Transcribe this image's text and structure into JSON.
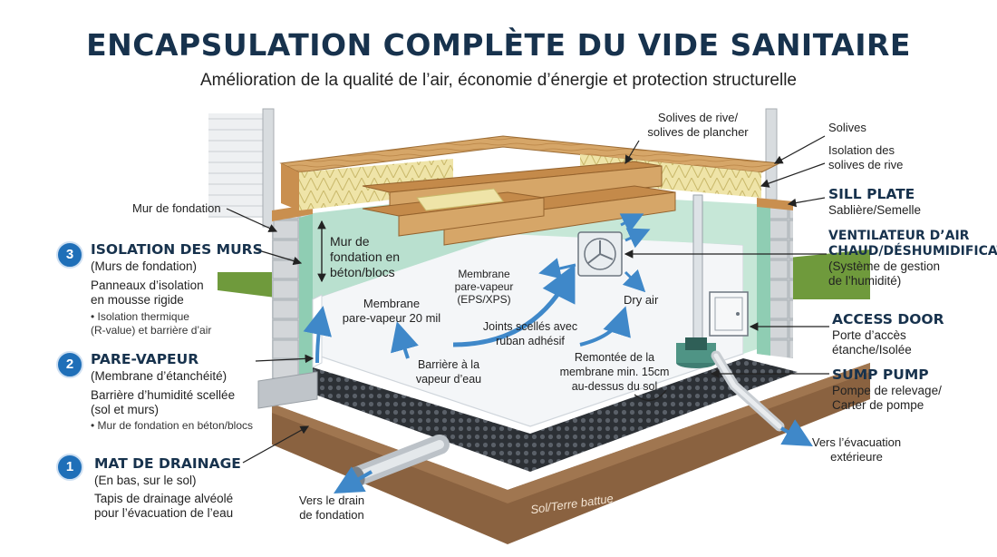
{
  "header": {
    "title": "ENCAPSULATION COMPLÈTE DU VIDE SANITAIRE",
    "subtitle": "Amélioration de la qualité de l’air, économie d’énergie et protection structurelle"
  },
  "left_sections": [
    {
      "number": "3",
      "heading": "ISOLATION DES MURS",
      "sub": "(Murs de fondation)",
      "description": "Panneaux d’isolation\nen mousse rigide",
      "note": "• Isolation thermique\n  (R-value) et barrière d’air"
    },
    {
      "number": "2",
      "heading": "PARE-VAPEUR",
      "sub": "(Membrane d’étanchéité)",
      "description": "Barrière d’humidité scellée\n(sol et murs)",
      "note": "• Mur de fondation en béton/blocs"
    },
    {
      "number": "1",
      "heading": "MAT DE DRAINAGE",
      "sub": "(En bas, sur le sol)",
      "description": "Tapis de drainage alvéolé\npour l’évacuation de l’eau",
      "note": ""
    }
  ],
  "right_sections": {
    "solives": "Solives",
    "isolation_solives": "Isolation des\nsolives de rive",
    "sill_plate": {
      "heading": "SILL PLATE",
      "sub": "Sablière/Semelle"
    },
    "ventilateur": {
      "heading": "VENTILATEUR D’AIR\nCHAUD/DÉSHUMIDIFICAT",
      "sub": "(Système de gestion\nde l’humidité)"
    },
    "access_door": {
      "heading": "ACCESS DOOR",
      "sub": "Porte d’accès\nétanche/Isolée"
    },
    "sump_pump": {
      "heading": "SUMP PUMP",
      "sub": "Pompe de relevage/\nCarter de pompe"
    },
    "evacuation": "Vers l’évacuation\nextérieure"
  },
  "diagram_labels": {
    "solives_rive": "Solives de rive/\nsolives de plancher",
    "mur_fondation": "Mur de fondation",
    "mur_fondation_beton": "Mur de\nfondation en\nbéton/blocs",
    "membrane_eps": "Membrane\npare-vapeur\n(EPS/XPS)",
    "membrane_20mil": "Membrane\npare-vapeur 20 mil",
    "dry_air": "Dry air",
    "joints": "Joints scellés avec\nruban adhésif",
    "barriere": "Barrière à la\nvapeur d’eau",
    "remontee": "Remontée de la\nmembrane min. 15cm\nau-dessus du sol",
    "drain": "Vers le drain\nde fondation",
    "sol": "Sol/Terre battue"
  },
  "colors": {
    "title": "#17324d",
    "badge": "#1f6fb8",
    "wall_insulation": "#b9e0cf",
    "wood": "#d6a668",
    "soil": "#8a6240",
    "grass": "#6f9a3c",
    "drain_mat": "#2c3035",
    "membrane": "#f4f6f8",
    "arrow_blue": "#3f88c9"
  }
}
